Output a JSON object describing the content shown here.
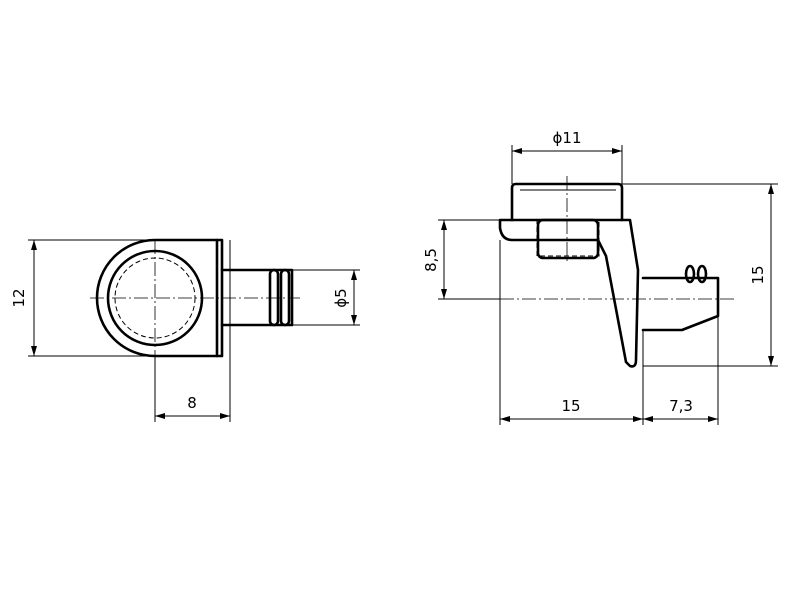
{
  "dimensions": {
    "front_height": "12",
    "front_width": "8",
    "pin_diameter": "ϕ5",
    "head_diameter": "ϕ11",
    "offset_height": "8,5",
    "total_height": "15",
    "body_length": "15",
    "pin_length": "7,3"
  }
}
